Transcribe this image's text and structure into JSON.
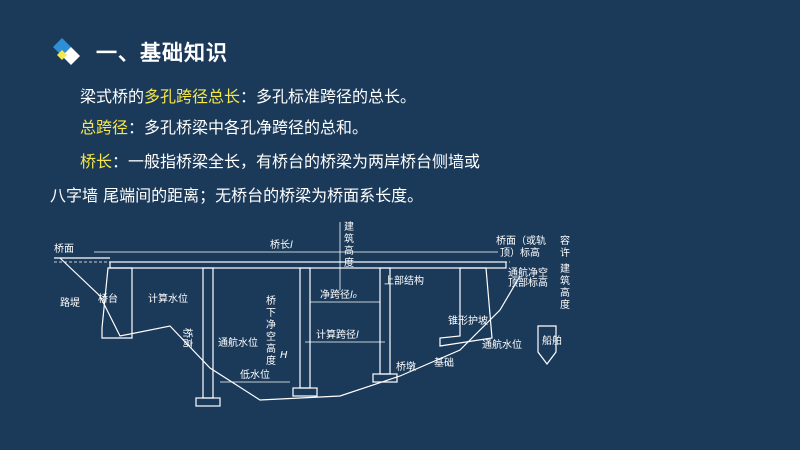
{
  "title": "一、基础知识",
  "paragraphs": {
    "p1": {
      "prefix": "梁式桥的",
      "highlight": "多孔跨径总长",
      "suffix": "：多孔标准跨径的总长。"
    },
    "p2": {
      "highlight": "总跨径",
      "suffix": "：多孔桥梁中各孔净跨径的总和。"
    },
    "p3": {
      "highlight": "桥长",
      "suffix": "：一般指桥梁全长，有桥台的桥梁为两岸桥台侧墙或"
    },
    "p4": {
      "text": "八字墙 尾端间的距离；无桥台的桥梁为桥面系长度。"
    }
  },
  "diagram": {
    "labels": {
      "deck_left": "桥面",
      "bridge_length": "桥长",
      "bridge_length_symbol": "l",
      "building_height_v": [
        "建",
        "筑",
        "高",
        "度"
      ],
      "deck_right_1": "桥面（或轨",
      "deck_right_2": "顶）标高",
      "allowable_1": "容",
      "allowable_2": "许",
      "allowable_3": "建",
      "allowable_4": "筑",
      "allowable_5": "高",
      "allowable_6": "度",
      "nav_clear_1": "通航净空",
      "nav_clear_2": "顶部标高",
      "superstructure": "上部结构",
      "embankment": "路堤",
      "abutment": "桥台",
      "design_water": "计算水位",
      "clear_height_v": [
        "桥",
        "下",
        "净",
        "空",
        "高",
        "度"
      ],
      "clear_height_symbol": "H",
      "clear_span": "净跨径",
      "clear_span_symbol": "l₀",
      "bridge_height_v": "桥高",
      "nav_water_left": "通航水位",
      "calc_span": "计算跨径",
      "calc_span_symbol": "l",
      "cone_slope": "锥形护坡",
      "nav_water_right": "通航水位",
      "low_water": "低水位",
      "pier": "桥墩",
      "foundation": "基础",
      "ship": "船舶"
    }
  }
}
